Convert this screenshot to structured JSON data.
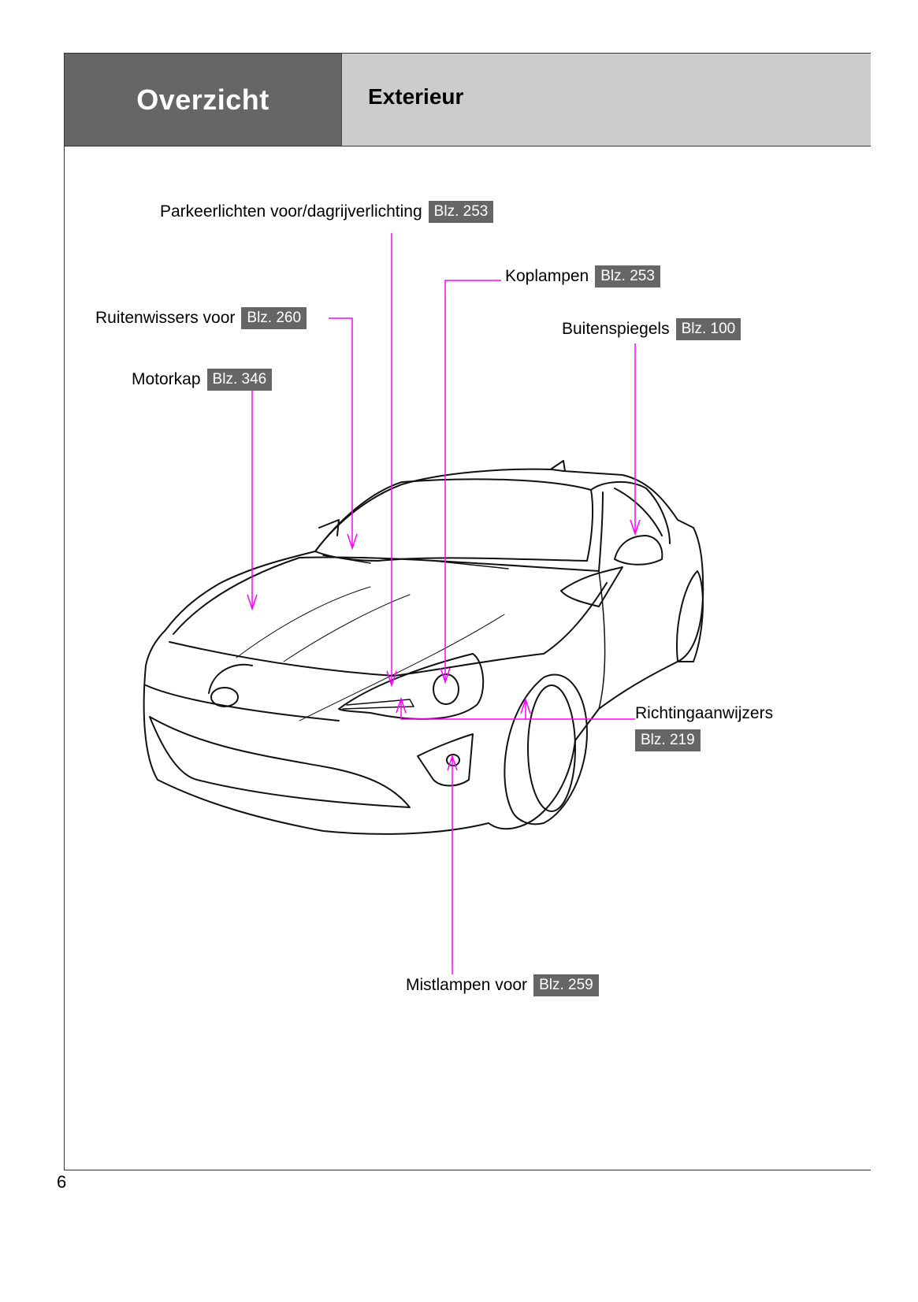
{
  "header": {
    "section": "Overzicht",
    "subsection": "Exterieur"
  },
  "labels": [
    {
      "text": "Parkeerlichten voor/dagrijverlichting",
      "page": "Blz. 253"
    },
    {
      "text": "Koplampen",
      "page": "Blz. 253"
    },
    {
      "text": "Ruitenwissers voor",
      "page": "Blz. 260"
    },
    {
      "text": "Buitenspiegels",
      "page": "Blz. 100"
    },
    {
      "text": "Motorkap",
      "page": "Blz. 346"
    },
    {
      "text": "Richtingaanwijzers",
      "page": "Blz. 219"
    },
    {
      "text": "Mistlampen voor",
      "page": "Blz. 259"
    }
  ],
  "colors": {
    "leader": "#ff00ff",
    "badge": "#666666",
    "header_dark": "#666666",
    "header_light": "#cccccc"
  },
  "page_number": "6"
}
